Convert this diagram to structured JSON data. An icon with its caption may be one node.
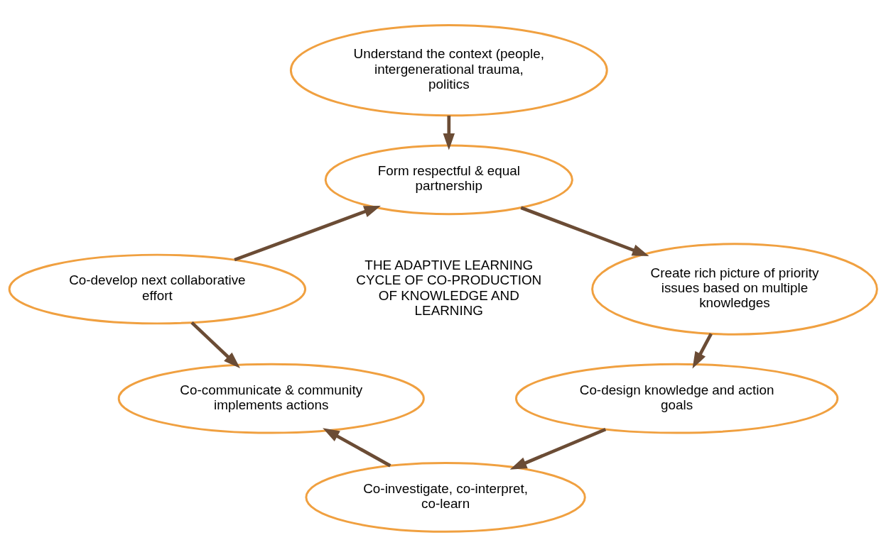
{
  "diagram": {
    "nodes": [
      {
        "text": [
          "Understand the context (people, intergenerational trauma, politics"
        ]
      },
      {
        "text": [
          "Form respectful & equal partnership"
        ]
      },
      {
        "text": [
          "Create rich picture of priority issues based on multiple knowledges"
        ]
      },
      {
        "text": [
          "Co-design knowledge and action goals"
        ]
      },
      {
        "text": [
          "Co-investigate, co-interpret, co-learn"
        ]
      },
      {
        "text": [
          "Co-communicate & community implements actions"
        ]
      },
      {
        "text": [
          "Co-develop next collaborative effort"
        ]
      }
    ],
    "edges": [
      {
        "from": 0,
        "to": 1,
        "arrow": "to"
      },
      {
        "from": 1,
        "to": 2,
        "arrow": "to"
      },
      {
        "from": 2,
        "to": 3,
        "arrow": "to"
      },
      {
        "from": 3,
        "to": 4,
        "arrow": "to"
      },
      {
        "from": 4,
        "to": 5,
        "arrow": "to"
      },
      {
        "from": 6,
        "to": 5,
        "arrow": "to"
      },
      {
        "from": 6,
        "to": 1,
        "arrow": "to"
      }
    ],
    "labels": [
      "THE ADAPTIVE LEARNING CYCLE OF CO-PRODUCTION OF KNOWLEDGE AND LEARNING"
    ]
  }
}
